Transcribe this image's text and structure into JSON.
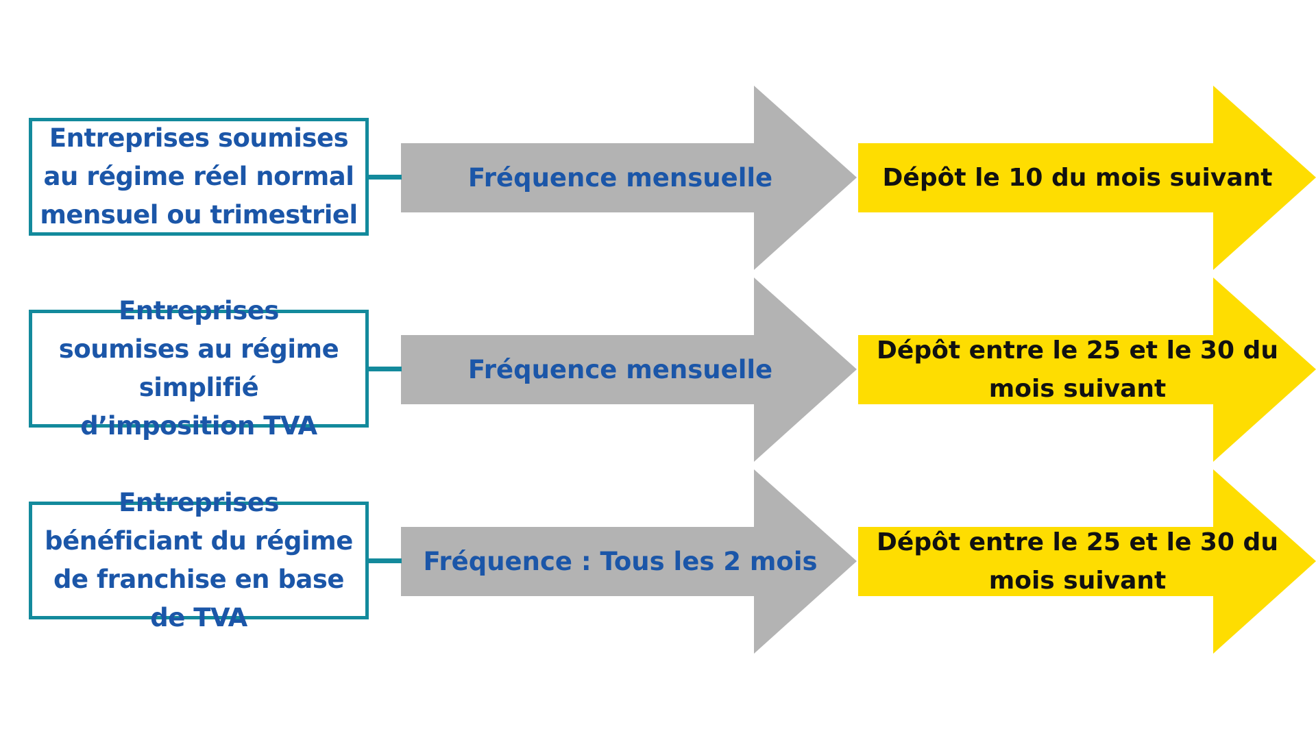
{
  "colors": {
    "box_border": "#138a9c",
    "box_text": "#1b56a8",
    "grey_arrow": "#b3b3b3",
    "grey_arrow_text": "#1b56a8",
    "yellow_arrow": "#fedd01",
    "yellow_arrow_text": "#111111"
  },
  "rows": [
    {
      "regime": "Entreprises soumises au régime réel normal mensuel ou trimestriel",
      "frequence": "Fréquence mensuelle",
      "depot": "Dépôt le 10 du mois suivant"
    },
    {
      "regime": "Entreprises soumises au régime simplifié d’imposition TVA",
      "frequence": "Fréquence mensuelle",
      "depot": "Dépôt entre le 25 et le 30 du mois suivant"
    },
    {
      "regime": "Entreprises bénéficiant du régime de franchise en base de TVA",
      "frequence": "Fréquence : Tous les 2 mois",
      "depot": "Dépôt entre le 25 et le 30 du mois suivant"
    }
  ]
}
